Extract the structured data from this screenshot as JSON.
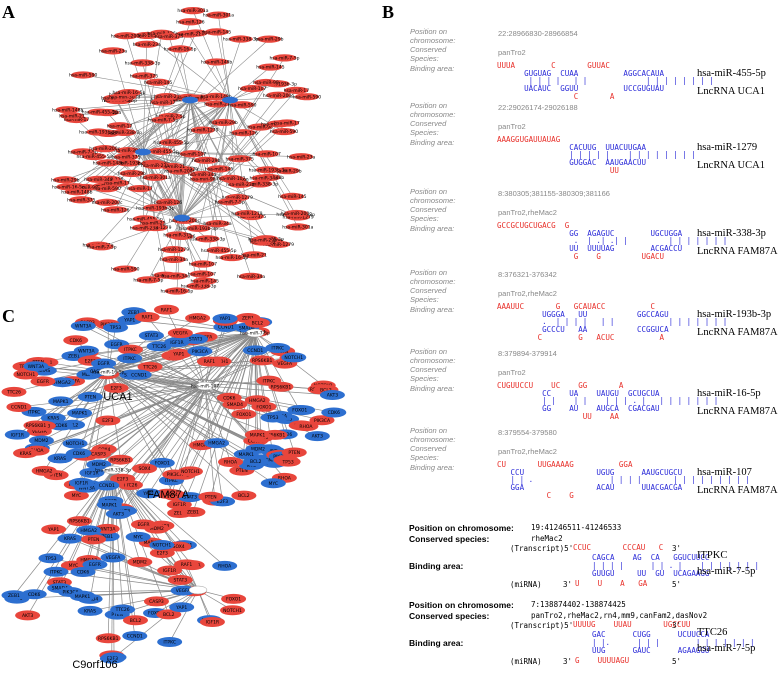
{
  "panels": {
    "a": "A",
    "b": "B",
    "c": "C"
  },
  "network_a": {
    "hubs": [
      "UCA1",
      "FAM87A",
      "",
      ""
    ],
    "node_labels": [
      "hsa-miR-455-5p",
      "hsa-miR-1279",
      "hsa-miR-338-3p",
      "hsa-miR-193b-3p",
      "hsa-miR-16-5p",
      "hsa-miR-107",
      "hsa-miR-7-5p",
      "hsa-miR-301a",
      "hsa-miR-148b",
      "hsa-miR-23a",
      "hsa-miR-98",
      "hsa-miR-590",
      "hsa-miR-375",
      "hsa-miR-126",
      "hsa-miR-200c",
      "hsa-miR-145",
      "hsa-miR-34a",
      "hsa-miR-29b",
      "hsa-miR-17",
      "hsa-miR-21"
    ]
  },
  "network_c": {
    "labels_big": [
      "UCA1",
      "FAM87A",
      "C9orf106"
    ],
    "hub_small": [
      "hsa-miR-16-5p",
      "hsa-miR-107",
      "hsa-miR-7-5p",
      "hsa-miR-338-3p"
    ],
    "gene_labels": [
      "RPS6KB1",
      "ITPKC",
      "TTC26",
      "MYC",
      "CCND1",
      "PTEN",
      "BCL2",
      "KRAS",
      "EGFR",
      "VEGFA",
      "SOX4",
      "MAPK1",
      "CDK6",
      "E2F3",
      "ZEB1",
      "IGF1R",
      "WNT3A",
      "NOTCH1",
      "HMGA2",
      "RAF1",
      "SMAD4",
      "TP53",
      "AKT3",
      "FOXO1",
      "STAT3",
      "CASP3",
      "MDM2",
      "PIK3CA",
      "RHOA",
      "YAP1"
    ]
  },
  "panel_b": {
    "meta_labels": {
      "position": "Position on chromosome:",
      "species": "Conserved Species:",
      "binding": "Binding area:"
    },
    "entries": [
      {
        "position": "22:28966830-28966854",
        "species": "panTro2",
        "line1": "UUUA        C       GUUAC",
        "line2": "      GUGUAG  CUAA          AGGCACAUA",
        "line3": "       | | | |   | |             | | | | | | | |",
        "line4": "      UACAUC  GGUU          UCCGUGUAU",
        "line5": "                 C       A",
        "mirna": "hsa-miR-455-5p",
        "lnc": "LncRNA UCA1"
      },
      {
        "position": "22:29026174-29026188",
        "species": "panTro2",
        "line1": "AAAGGUGAUUAUAG",
        "line2": "                CACUUG  UUACUUGAA",
        "line3": "                | | | | |    | | | | | | | |",
        "line4": "                GUGGAC  AAUGAACUU",
        "line5": "                         UU",
        "mirna": "hsa-miR-1279",
        "lnc": "LncRNA UCA1"
      },
      {
        "position": "8:380305;381155-380309;381166",
        "species": "panTro2,rheMac2",
        "line1": "GCCGCUGCUGACG  G",
        "line2": "                GG  AGAGUC        UGCUGGA",
        "line3": "                 .  | .| .| |         | | | | | | |",
        "line4": "                UU  UUUUAG        ACGACCU",
        "line5": "                 G    G         UGACU",
        "mirna": "hsa-miR-338-3p",
        "lnc": "LncRNA FAM87A"
      },
      {
        "position": "8:376321-376342",
        "species": "panTro2,rheMac2",
        "line1": "AAAUUC       G   GCAUACC          C",
        "line2": "          UGGGA   UU           GGCCAGU",
        "line3": "          .  | | | |   | |            | | | | | | |",
        "line4": "          GCCCU   AA           CCGGUCA",
        "line5": "         C        G   ACUC          A",
        "mirna": "hsa-miR-193b-3p",
        "lnc": "LncRNA FAM87A"
      },
      {
        "position": "8:379894-379914",
        "species": "panTro2",
        "line1": "CUGUUCCU    UC    GG       A",
        "line2": "          CC    UA    UAUGU  GCUGCUA",
        "line3": "          | |    | |    | | | . |   | | | | | | |",
        "line4": "          GG    AU    AUGCA  CGACGAU",
        "line5": "                   UU    AA",
        "mirna": "hsa-miR-16-5p",
        "lnc": "LncRNA FAM87A"
      },
      {
        "position": "8:379554-379580",
        "species": "panTro2,rheMac2",
        "line1": "CU       UUGAAAAG          GGA",
        "line2": "   CCU                UGUG      AAUGCUGCU",
        "line3": "   | | .                 | | | |       | | | | | | | | |",
        "line4": "   GGA                ACAU      UUACGACGA",
        "line5": "           C    G",
        "mirna": "hsa-miR-107",
        "lnc": "LncRNA FAM87A"
      }
    ],
    "bold_entries": [
      {
        "position_label": "Position on chromosome:",
        "position": "19:41246511-41246533",
        "species_label": "Conserved species:",
        "species": "rheMac2",
        "binding_label": "Binding area:",
        "t_prefix": "(Transcript)5'",
        "t_red": "CCUC       CCCAU   C",
        "t_suffix": "3'",
        "b2": "CAGCA    AG  CA   GGUCUUCC",
        "b3": "| | | |      | | . |    | | | | | | |",
        "b4": "GUUGU     UU  GU  UCAGAAGG",
        "m_prefix": "(miRNA)",
        "m_3": "3'",
        "m_red": "U    U    A   GA",
        "m_suffix": "5'",
        "gene": "ITPKC",
        "mirna": "hsa-miR-7-5p"
      },
      {
        "position_label": "Position on chromosome:",
        "position": "7:138874402-138874425",
        "species_label": "Conserved species:",
        "species": "panTro2,rheMac2,rn4,mm9,canFam2,dasNov2",
        "binding_label": "Binding area:",
        "t_prefix": "(Transcript)5'",
        "t_red": "UUUUG    UUAU       UGCCUU",
        "t_suffix": "3'",
        "b2": "GAC      CUGG      UCUUCCA",
        "b3": "| |.      | | |        | | | | | | |",
        "b4": "UUG      GAUC      AGAAGGU",
        "m_prefix": "(miRNA)",
        "m_3": "3'",
        "m_red": "G    UUUUAGU",
        "m_suffix": "5'",
        "gene": "TTC26",
        "mirna": "hsa-miR-7-5p"
      }
    ]
  },
  "colors": {
    "red_node": "#e8463c",
    "blue_node": "#2d6fd0",
    "edge": "#8a8a8a",
    "seq_red": "#e8302a",
    "seq_blue": "#2b2bd8"
  }
}
